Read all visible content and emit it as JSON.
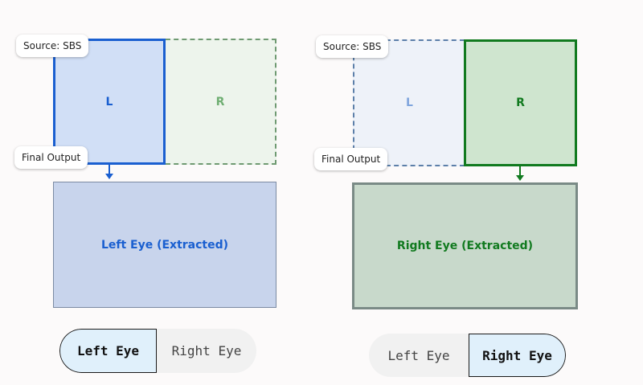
{
  "panels": {
    "left": {
      "source_tag": "Source: SBS",
      "half_l": "L",
      "half_r": "R",
      "output_tag": "Final Output",
      "output_label": "Left Eye (Extracted)"
    },
    "right": {
      "source_tag": "Source: SBS",
      "half_l": "L",
      "half_r": "R",
      "output_tag": "Final Output",
      "output_label": "Right Eye (Extracted)"
    }
  },
  "toggles": {
    "left": {
      "option_1": "Left Eye",
      "option_2": "Right Eye",
      "selected": "Left Eye"
    },
    "right": {
      "option_1": "Left Eye",
      "option_2": "Right Eye",
      "selected": "Right Eye"
    }
  },
  "colors": {
    "blue": "#1a5fd0",
    "green": "#117a1f",
    "gray_border": "#7a8a86"
  }
}
